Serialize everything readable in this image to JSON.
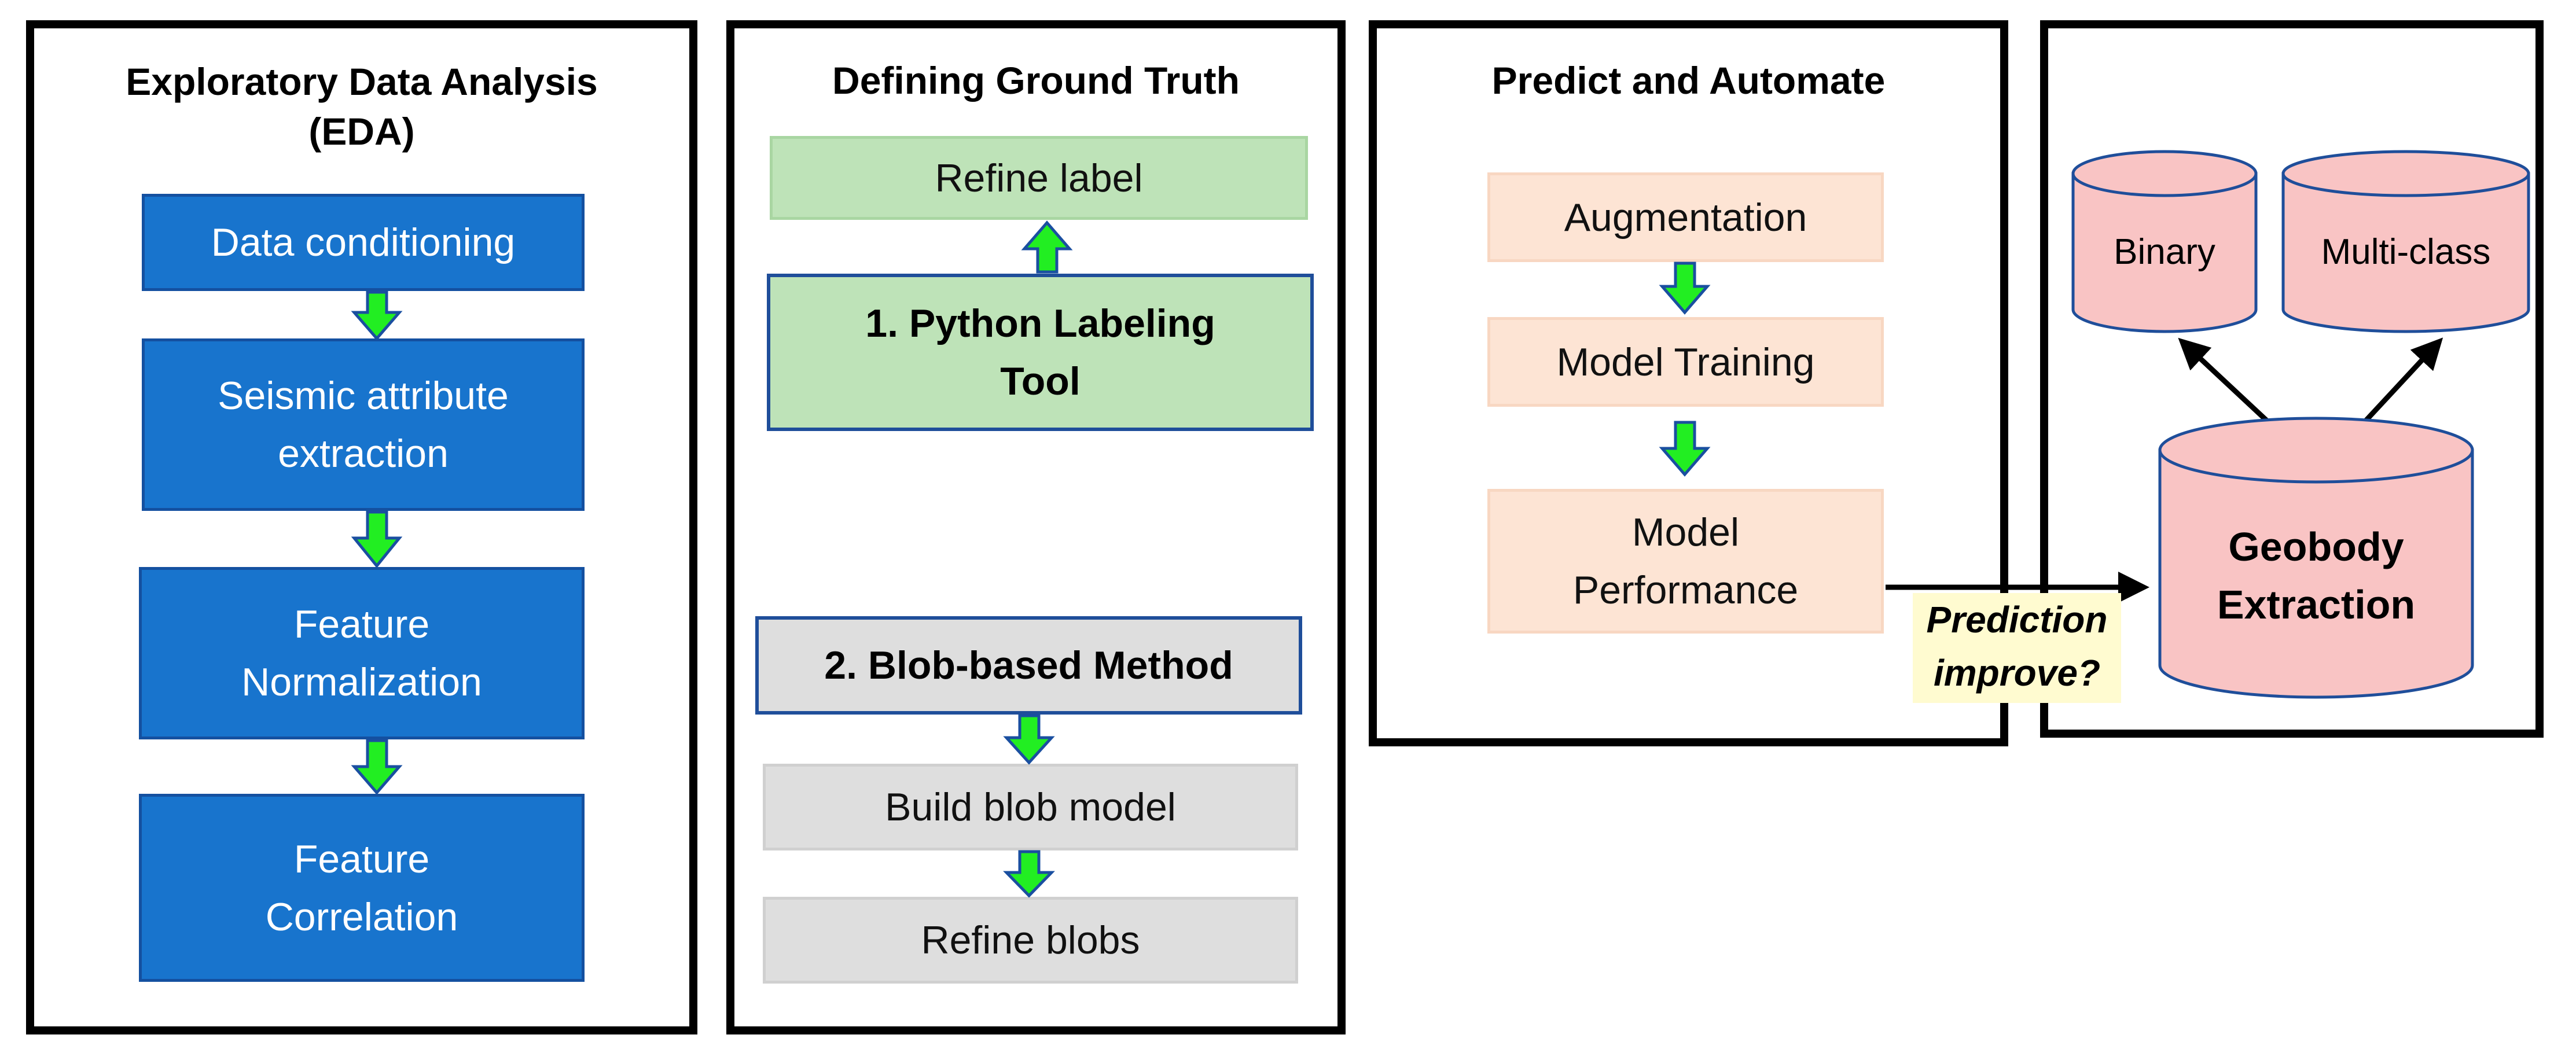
{
  "panels": {
    "eda": {
      "title_line1": "Exploratory Data Analysis",
      "title_line2": "(EDA)",
      "steps": [
        "Data conditioning",
        "Seismic attribute",
        "extraction",
        "Feature",
        "Normalization",
        "Feature",
        "Correlation"
      ]
    },
    "ground_truth": {
      "title": "Defining Ground Truth",
      "refine_label": "Refine label",
      "python_tool_line1": "1. Python Labeling",
      "python_tool_line2": "Tool",
      "blob_method": "2. Blob-based Method",
      "build_blob": "Build blob model",
      "refine_blobs": "Refine blobs"
    },
    "predict": {
      "title": "Predict and Automate",
      "augmentation": "Augmentation",
      "training": "Model Training",
      "performance_line1": "Model",
      "performance_line2": "Performance"
    },
    "extraction": {
      "binary": "Binary",
      "multiclass": "Multi-class",
      "geobody_line1": "Geobody",
      "geobody_line2": "Extraction"
    }
  },
  "callout": {
    "line1": "Prediction",
    "line2": "improve?"
  },
  "colors": {
    "eda_box": "#1874cd",
    "label_box": "#bee3b8",
    "blob_box": "#dedede",
    "predict_box": "#fde4d4",
    "cylinder": "#f9c4c4",
    "flow_arrow": "#22ee22",
    "callout_bg": "#fffbd0"
  }
}
